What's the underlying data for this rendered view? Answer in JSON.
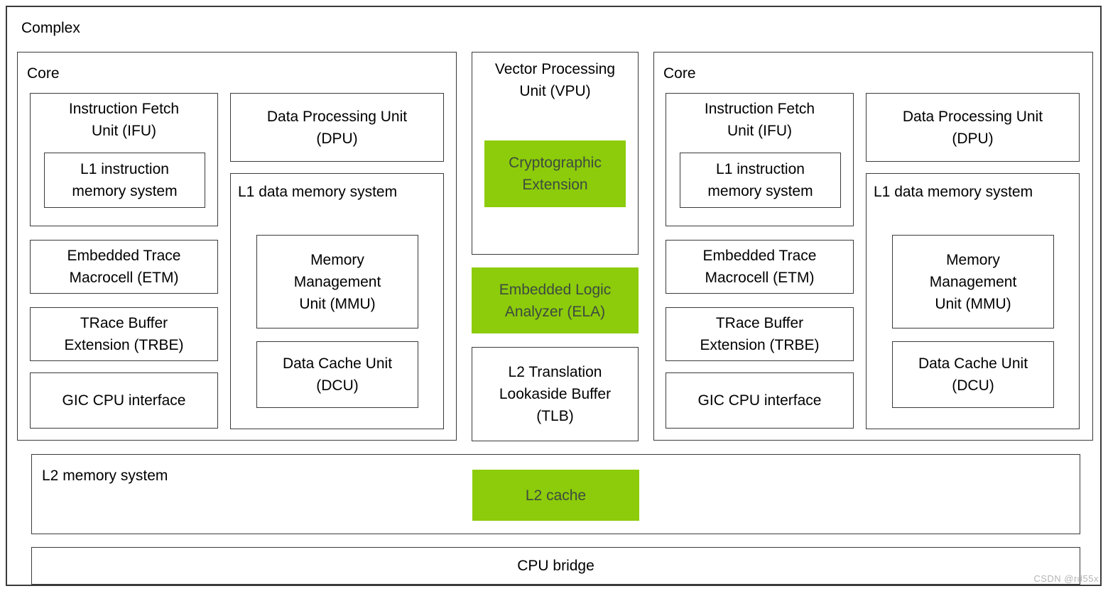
{
  "complex_label": "Complex",
  "core": {
    "label": "Core",
    "ifu": "Instruction Fetch\nUnit (IFU)",
    "l1i": "L1 instruction\nmemory system",
    "dpu": "Data Processing Unit\n(DPU)",
    "l1d": "L1 data memory system",
    "mmu": "Memory\nManagement\nUnit (MMU)",
    "dcu": "Data Cache Unit\n(DCU)",
    "etm": "Embedded Trace\nMacrocell (ETM)",
    "trbe": "TRace Buffer\nExtension (TRBE)",
    "gic": "GIC CPU interface"
  },
  "middle": {
    "vpu": "Vector Processing\nUnit (VPU)",
    "crypto": "Cryptographic\nExtension",
    "ela": "Embedded Logic\nAnalyzer (ELA)",
    "tlb": "L2 Translation\nLookaside Buffer\n(TLB)"
  },
  "bottom": {
    "l2mem": "L2 memory system",
    "l2cache": "L2 cache",
    "cpubridge": "CPU bridge"
  },
  "watermark": "CSDN @rd55x",
  "colors": {
    "highlight_green": "#8ccc0a",
    "green_text": "#3e4a40",
    "border": "#3a3a3a",
    "text": "#000000",
    "watermark": "#b5b5b5",
    "background": "#ffffff"
  }
}
